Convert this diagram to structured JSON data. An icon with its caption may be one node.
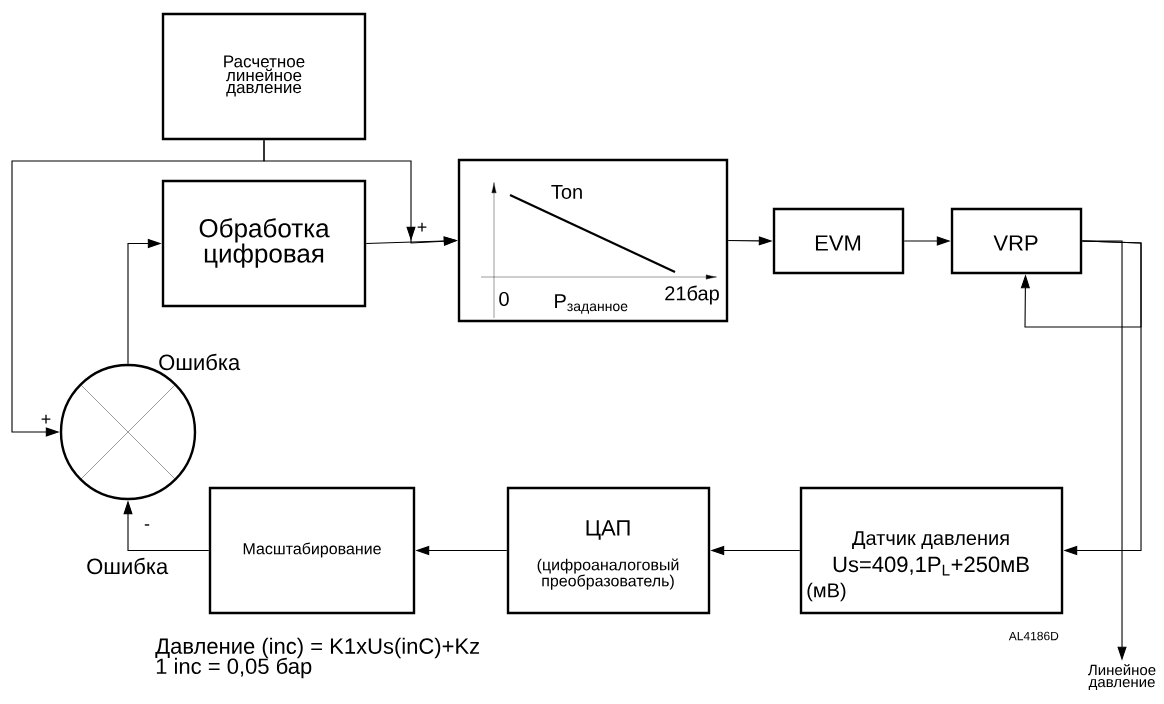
{
  "diagram": {
    "nodes": [
      {
        "text": [
          "Расчетное линейное давление"
        ]
      },
      {
        "text": [
          "Обработка цифровая"
        ]
      },
      {
        "text": [
          "Ton",
          "0",
          "P$_{заданное}$",
          "21бар"
        ]
      },
      {
        "text": [
          "EVM"
        ]
      },
      {
        "text": [
          "VRP"
        ]
      },
      {
        "text": [
          "Датчик давления",
          "Us=409,1P$_{L}$+250мВ",
          "(мВ)"
        ]
      },
      {
        "text": [
          "ЦАП",
          "(цифроаналоговый преобразователь)"
        ]
      },
      {
        "text": [
          "Масштабирование"
        ]
      },
      {
        "text": [],
        "shape": "circle"
      },
      {
        "text": [
          "Линейное давление"
        ]
      }
    ],
    "edges": [
      {
        "from": 0,
        "to": 8,
        "arrow": "to"
      },
      {
        "from": 0,
        "to": 2,
        "arrow": "to"
      },
      {
        "from": 8,
        "to": 1,
        "arrow": "to"
      },
      {
        "from": 1,
        "to": 2,
        "arrow": "to"
      },
      {
        "from": 2,
        "to": 3,
        "arrow": "to"
      },
      {
        "from": 3,
        "to": 4,
        "arrow": "to"
      },
      {
        "from": 4,
        "to": 4,
        "arrow": "to"
      },
      {
        "from": 4,
        "to": 9,
        "arrow": "to"
      },
      {
        "from": 4,
        "to": 5,
        "arrow": "to"
      },
      {
        "from": 5,
        "to": 6,
        "arrow": "to"
      },
      {
        "from": 6,
        "to": 7,
        "arrow": "to"
      },
      {
        "from": 7,
        "to": 8,
        "arrow": "to"
      }
    ],
    "labels": [
      "+",
      "Ошибка",
      "+",
      "-",
      "Ошибка",
      "AL4186D",
      "Давление (inc) = K1xUs(inC)+Kz",
      "1 inc = 0,05 бар"
    ]
  }
}
